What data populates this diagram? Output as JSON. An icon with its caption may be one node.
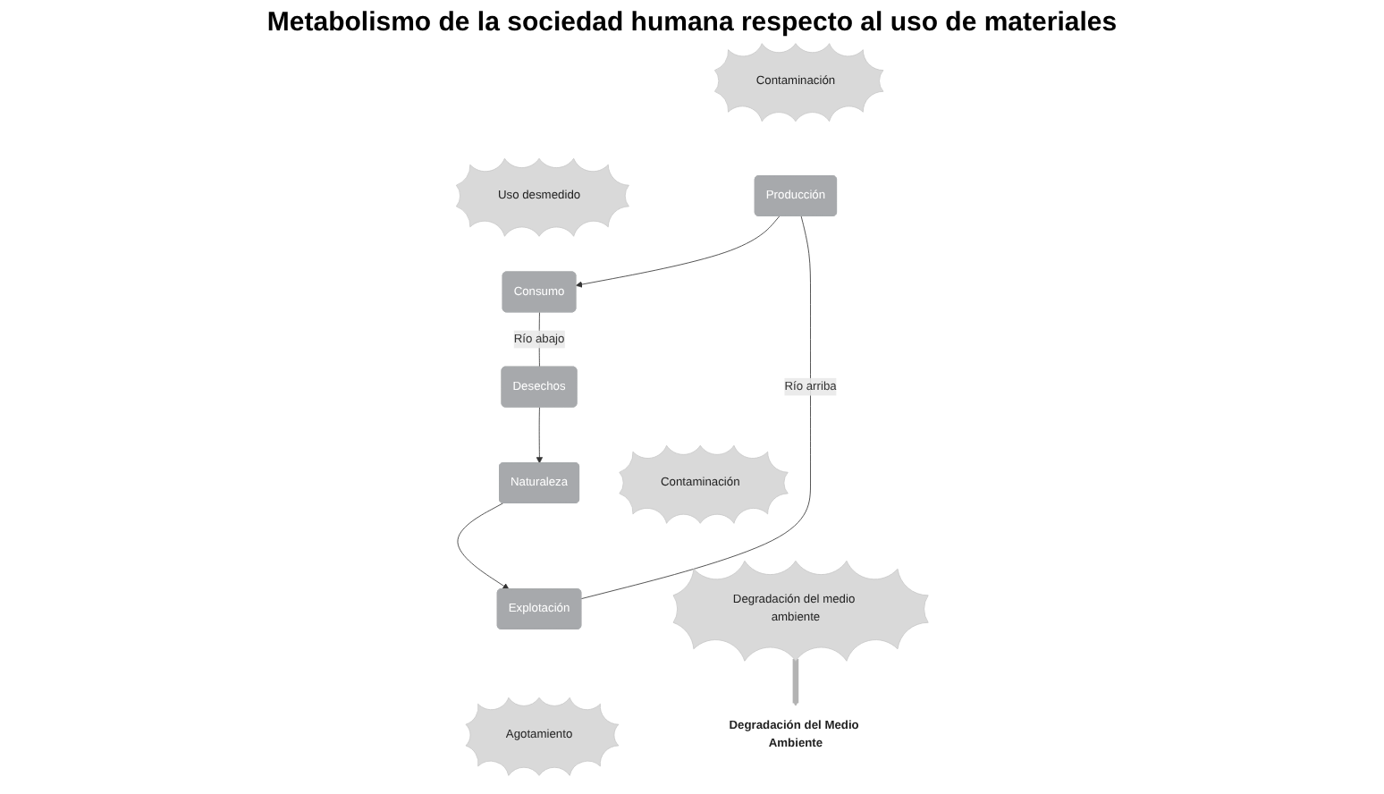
{
  "diagram": {
    "nodes": [
      {
        "text": [
          "Contaminación"
        ]
      },
      {
        "text": [
          "Uso desmedido"
        ]
      },
      {
        "text": [
          "Producción"
        ]
      },
      {
        "text": [
          "Consumo"
        ]
      },
      {
        "text": [
          "Explotación"
        ]
      },
      {
        "text": [
          "Naturaleza"
        ]
      },
      {
        "text": [
          "Desechos"
        ]
      },
      {
        "text": [
          "Agotamiento"
        ]
      },
      {
        "text": [
          "Contaminación"
        ]
      },
      {
        "text": [
          "Degradación del medio ambiente"
        ]
      },
      {
        "text": [
          "Degradación del Medio Ambiente"
        ]
      }
    ],
    "edges": [
      {
        "from": 2,
        "to": 3,
        "arrow": "to"
      },
      {
        "from": 3,
        "to": 6,
        "arrow": "none",
        "label": "Río abajo"
      },
      {
        "from": 6,
        "to": 5,
        "arrow": "to"
      },
      {
        "from": 5,
        "to": 4,
        "arrow": "to"
      },
      {
        "from": 4,
        "to": 2,
        "arrow": "none",
        "label": "Río arriba"
      },
      {
        "from": 9,
        "to": 10,
        "arrow": "to",
        "style": "thick",
        "color": "#b3b3b3"
      }
    ],
    "labels": [
      "Metabolismo de la sociedad humana respecto al uso de materiales"
    ]
  }
}
